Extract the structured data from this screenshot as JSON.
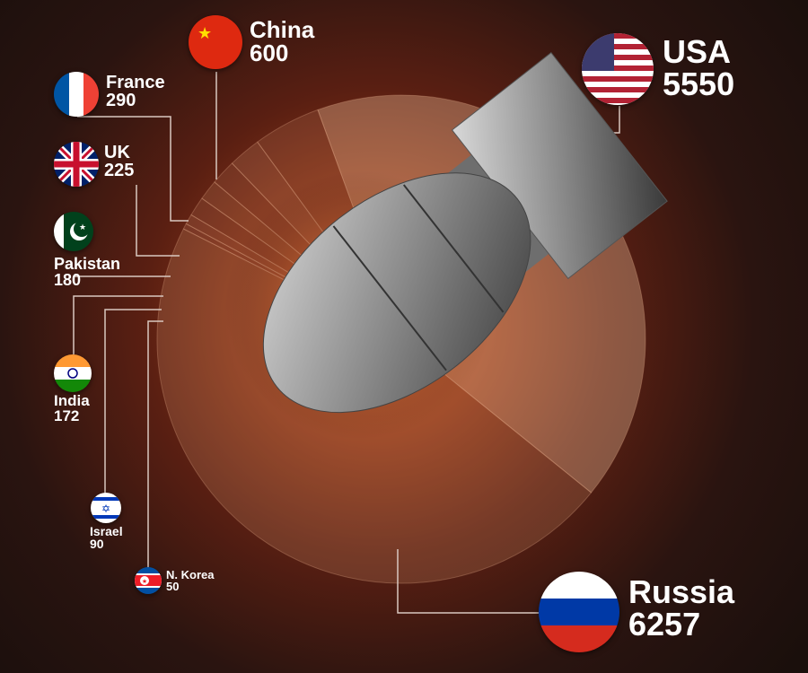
{
  "chart_data": {
    "type": "pie",
    "title": "",
    "categories": [
      "USA",
      "Russia",
      "N. Korea",
      "Israel",
      "India",
      "Pakistan",
      "UK",
      "France",
      "China"
    ],
    "values": [
      5550,
      6257,
      50,
      90,
      172,
      180,
      225,
      290,
      600
    ],
    "colors": [
      "#f3c6a0",
      "#c98a66",
      "#b8735a",
      "#c07d60",
      "#a86650",
      "#b77a5c",
      "#a86650",
      "#c08466",
      "#b06e55"
    ]
  },
  "labels": {
    "china": {
      "name": "China",
      "value": "600"
    },
    "usa": {
      "name": "USA",
      "value": "5550"
    },
    "france": {
      "name": "France",
      "value": "290"
    },
    "uk": {
      "name": "UK",
      "value": "225"
    },
    "pakistan": {
      "name": "Pakistan",
      "value": "180"
    },
    "india": {
      "name": "India",
      "value": "172"
    },
    "israel": {
      "name": "Israel",
      "value": "90"
    },
    "nkorea": {
      "name": "N. Korea",
      "value": "50"
    },
    "russia": {
      "name": "Russia",
      "value": "6257"
    }
  }
}
